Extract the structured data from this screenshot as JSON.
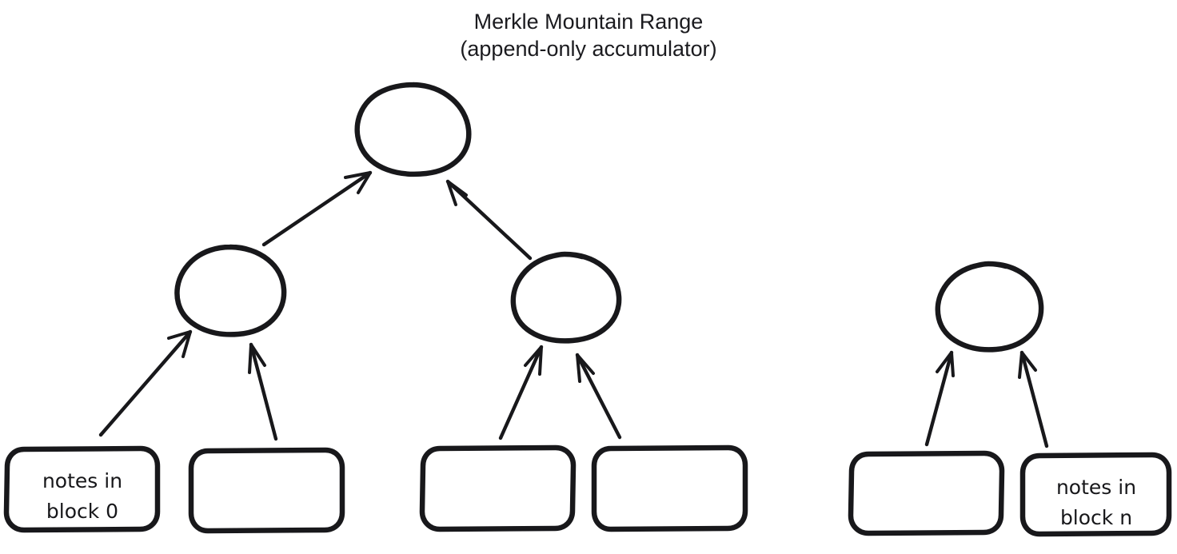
{
  "diagram": {
    "title": "Merkle Mountain Range",
    "subtitle": "(append-only accumulator)",
    "style": "hand-drawn",
    "stroke_color": "#18181b",
    "background_color": "#ffffff",
    "nodes": [
      {
        "id": "root",
        "shape": "ellipse",
        "label": ""
      },
      {
        "id": "internal-left",
        "shape": "ellipse",
        "label": ""
      },
      {
        "id": "internal-right",
        "shape": "ellipse",
        "label": ""
      },
      {
        "id": "peak-right",
        "shape": "ellipse",
        "label": ""
      }
    ],
    "leaves": [
      {
        "id": "leaf-0",
        "shape": "rounded-rect",
        "label": "notes in\nblock 0"
      },
      {
        "id": "leaf-1",
        "shape": "rounded-rect",
        "label": ""
      },
      {
        "id": "leaf-2",
        "shape": "rounded-rect",
        "label": ""
      },
      {
        "id": "leaf-3",
        "shape": "rounded-rect",
        "label": ""
      },
      {
        "id": "leaf-4",
        "shape": "rounded-rect",
        "label": ""
      },
      {
        "id": "leaf-5",
        "shape": "rounded-rect",
        "label": "notes in\nblock n"
      }
    ],
    "edges": [
      {
        "from": "internal-left",
        "to": "root"
      },
      {
        "from": "internal-right",
        "to": "root"
      },
      {
        "from": "leaf-0",
        "to": "internal-left"
      },
      {
        "from": "leaf-1",
        "to": "internal-left"
      },
      {
        "from": "leaf-2",
        "to": "internal-right"
      },
      {
        "from": "leaf-3",
        "to": "internal-right"
      },
      {
        "from": "leaf-4",
        "to": "peak-right"
      },
      {
        "from": "leaf-5",
        "to": "peak-right"
      }
    ]
  }
}
